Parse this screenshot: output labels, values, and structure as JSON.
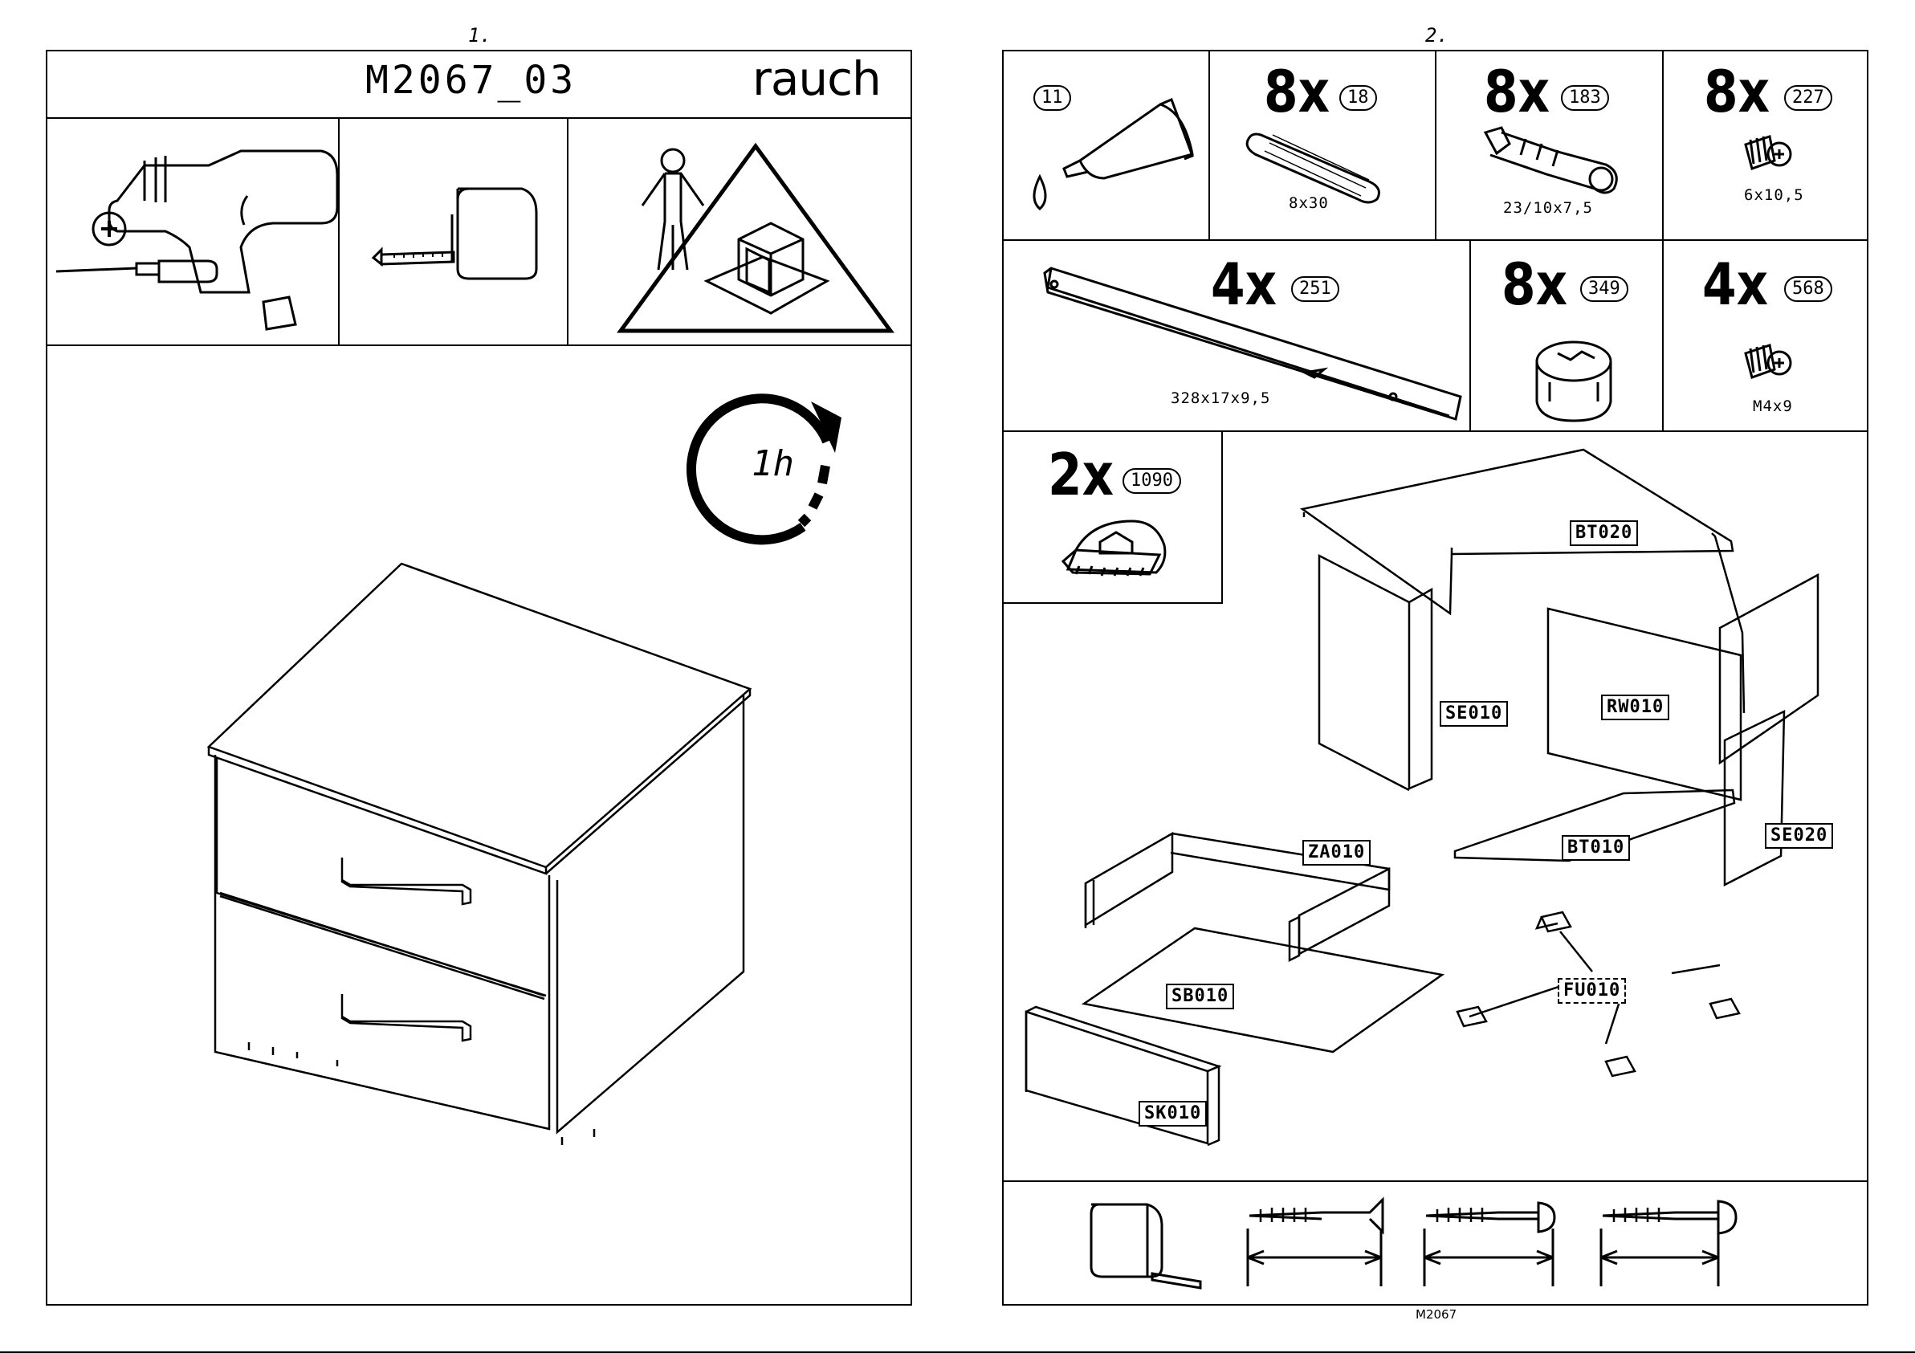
{
  "page1": {
    "page_number": "1.",
    "model": "M2067_03",
    "brand": "rauch",
    "tools": [
      "screwdriver-icon",
      "drill-icon",
      "tape-measure-icon",
      "person-icon",
      "warning-triangle-icon"
    ],
    "duration": "1h"
  },
  "page2": {
    "page_number": "2.",
    "parts": [
      {
        "qty": "",
        "num": "11",
        "dim": "",
        "icon": "glue-tube-icon"
      },
      {
        "qty": "8x",
        "num": "18",
        "dim": "8x30",
        "icon": "dowel-icon"
      },
      {
        "qty": "8x",
        "num": "183",
        "dim": "23/10x7,5",
        "icon": "cam-bolt-icon"
      },
      {
        "qty": "8x",
        "num": "227",
        "dim": "6x10,5",
        "icon": "screw-icon"
      },
      {
        "qty": "4x",
        "num": "251",
        "dim": "328x17x9,5",
        "icon": "drawer-runner-icon"
      },
      {
        "qty": "8x",
        "num": "349",
        "dim": "",
        "icon": "cam-lock-icon"
      },
      {
        "qty": "4x",
        "num": "568",
        "dim": "M4x9",
        "icon": "machine-screw-icon"
      },
      {
        "qty": "2x",
        "num": "1090",
        "dim": "",
        "icon": "drawer-stop-icon"
      }
    ],
    "panels": [
      "BT020",
      "SE010",
      "RW010",
      "SE020",
      "ZA010",
      "BT010",
      "SB010",
      "FU010",
      "SK010"
    ],
    "footer": "M2067"
  }
}
